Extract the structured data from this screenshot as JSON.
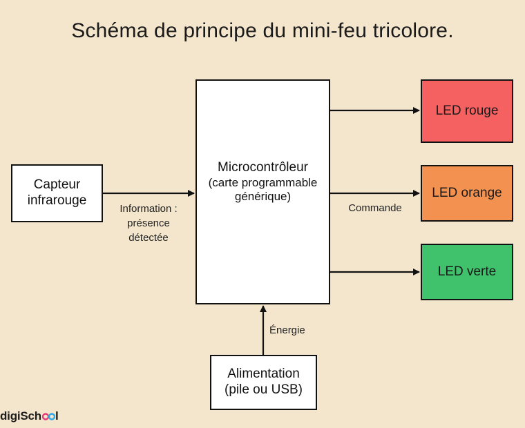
{
  "title": "Schéma de principe du mini-feu tricolore.",
  "blocks": {
    "capteur": {
      "lines": [
        "Capteur",
        "infrarouge"
      ]
    },
    "micro": {
      "lines": [
        "Microcontrôleur",
        "(carte programmable",
        "générique)"
      ]
    },
    "alimentation": {
      "lines": [
        "Alimentation",
        "(pile ou USB)"
      ]
    }
  },
  "leds": [
    {
      "label": "LED rouge",
      "color": "#f56060"
    },
    {
      "label": "LED orange",
      "color": "#f39250"
    },
    {
      "label": "LED verte",
      "color": "#3fc26b"
    }
  ],
  "arrow_labels": {
    "information": [
      "Information :",
      "présence",
      "détectée"
    ],
    "commande": "Commande",
    "energie": "Énergie"
  },
  "logo": {
    "prefix": "digiSch",
    "suffix": "l",
    "ring_colors": [
      "#e63b7a",
      "#2ea8e6",
      "#f5b800",
      "#35b36b"
    ]
  },
  "colors": {
    "background": "#f4e6cc",
    "line": "#111111"
  }
}
